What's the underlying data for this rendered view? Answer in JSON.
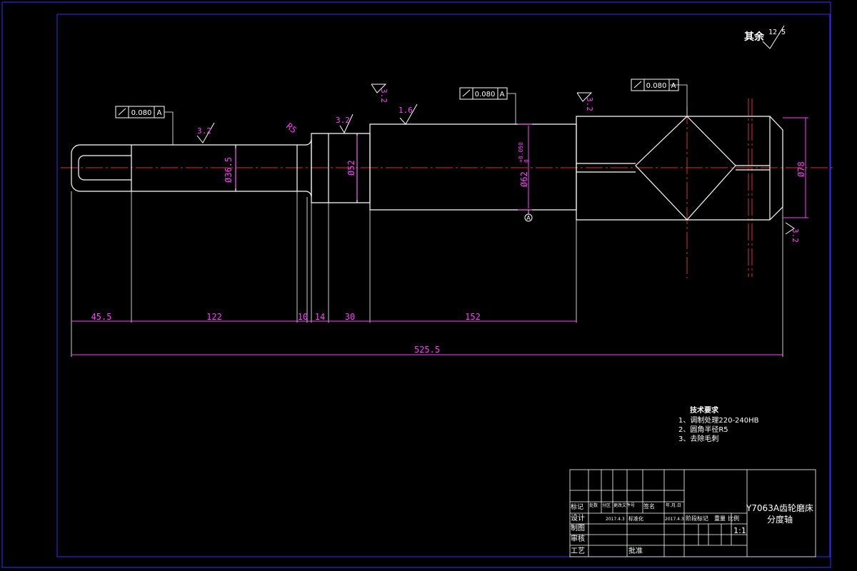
{
  "roughness": {
    "general_label": "其余",
    "general_value": "12.5",
    "marks": [
      "3.2",
      "3.2",
      "1.6",
      "3.2",
      "3.2",
      "3.2"
    ]
  },
  "tolerance_frames": [
    {
      "value": "0.080",
      "datum": "A"
    },
    {
      "value": "0.080",
      "datum": "A"
    },
    {
      "value": "0.080",
      "datum": "A"
    }
  ],
  "dimensions": {
    "radius": "R5",
    "d1": "Ø36.5",
    "d2": "Ø52",
    "d3": "Ø62",
    "d3_tol": "+0.050",
    "d3_tol2": "0",
    "d4": "Ø78",
    "datum_symbol": "A",
    "lengths": [
      "45.5",
      "122",
      "10",
      "14",
      "30",
      "152"
    ],
    "total": "525.5"
  },
  "tech_requirements": {
    "title": "技术要求",
    "items": [
      "1、调制处理220-240HB",
      "2、圆角半径R5",
      "3、去除毛刺"
    ]
  },
  "title_block": {
    "drawing_title_line1": "Y7063A齿轮磨床",
    "drawing_title_line2": "分度轴",
    "scale": "1:1",
    "row_header": [
      "标记",
      "处数",
      "分区",
      "更改文件号",
      "签名",
      "年.月.日"
    ],
    "left_labels": [
      "设计",
      "制图",
      "审核",
      "工艺"
    ],
    "date1": "2017.4.3",
    "std_label": "标准化",
    "date2": "2017.4.3",
    "stage_header": [
      "阶段标记",
      "重量",
      "比例"
    ],
    "approve": "批准"
  }
}
